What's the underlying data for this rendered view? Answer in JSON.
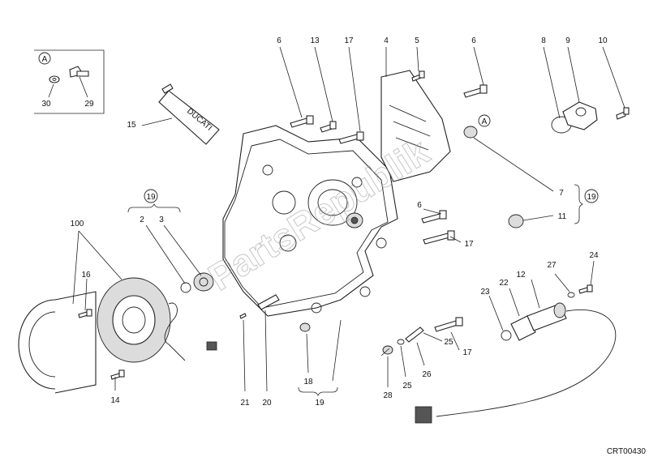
{
  "diagram": {
    "code": "CRT00430",
    "watermark": "PartsRepublik",
    "tube_brand": "DUCATI",
    "inset_marker": "A",
    "group_marker": "19",
    "labels": {
      "n100": "100",
      "n16": "16",
      "n14": "14",
      "n15": "15",
      "n30": "30",
      "n29": "29",
      "n6a": "6",
      "n13": "13",
      "n17a": "17",
      "n4": "4",
      "n5": "5",
      "n6b": "6",
      "n8": "8",
      "n9": "9",
      "n10": "10",
      "n7": "7",
      "n11": "11",
      "n2": "2",
      "n3": "3",
      "n6c": "6",
      "n17b": "17",
      "n21": "21",
      "n20": "20",
      "n18": "18",
      "n19b": "19",
      "n28": "28",
      "n25a": "25",
      "n26": "26",
      "n25b": "25",
      "n17c": "17",
      "n12": "12",
      "n22": "22",
      "n23": "23",
      "n27": "27",
      "n24": "24"
    }
  }
}
